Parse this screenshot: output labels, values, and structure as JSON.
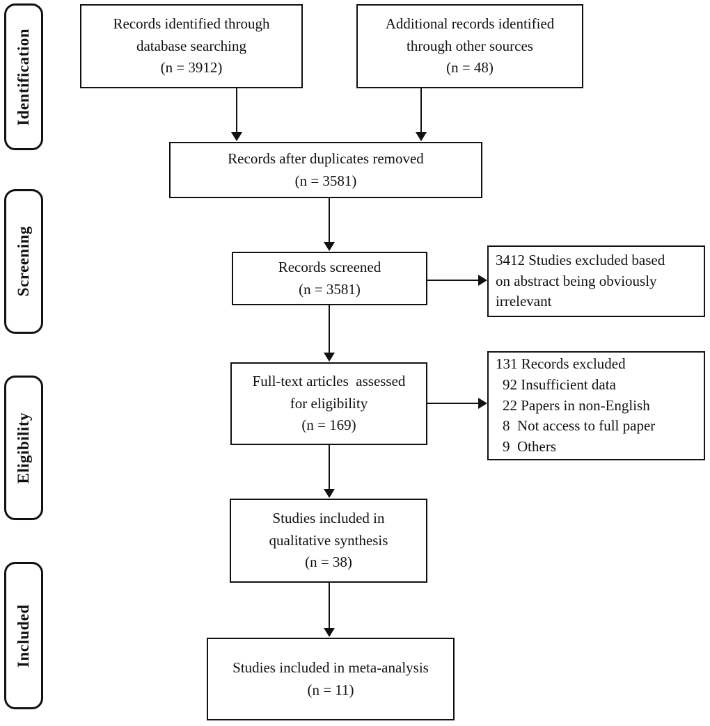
{
  "colors": {
    "line": "#111111",
    "text": "#111111",
    "background": "#ffffff"
  },
  "sidebar": {
    "stages": [
      {
        "label": "Identification"
      },
      {
        "label": "Screening"
      },
      {
        "label": "Eligibility"
      },
      {
        "label": "Included"
      }
    ]
  },
  "boxes": {
    "identified_database": {
      "lines": [
        "Records identified through",
        "database searching",
        "(n = 3912)"
      ],
      "n": 3912
    },
    "additional_sources": {
      "lines": [
        "Additional records identified",
        "through other sources",
        "(n = 48)"
      ],
      "n": 48
    },
    "duplicates_removed": {
      "lines": [
        "Records after duplicates removed",
        "(n = 3581)"
      ],
      "n": 3581
    },
    "records_screened": {
      "lines": [
        "Records screened",
        "(n = 3581)"
      ],
      "n": 3581
    },
    "excluded_abstract": {
      "lines": [
        "3412 Studies excluded based",
        "on abstract being obviously",
        "irrelevant"
      ],
      "n": 3412
    },
    "fulltext_assessed": {
      "lines": [
        "Full-text articles  assessed",
        "for eligibility",
        "(n = 169)"
      ],
      "n": 169
    },
    "records_excluded": {
      "lines": [
        "131 Records excluded",
        "92 Insufficient data",
        "22 Papers in non-English",
        "8  Not access to full paper",
        "9  Others"
      ],
      "n": 131
    },
    "qualitative_synthesis": {
      "lines": [
        "Studies included in",
        "qualitative synthesis",
        "(n = 38)"
      ],
      "n": 38
    },
    "meta_analysis": {
      "lines": [
        "Studies included in meta-analysis",
        "(n = 11)"
      ],
      "n": 11
    }
  }
}
